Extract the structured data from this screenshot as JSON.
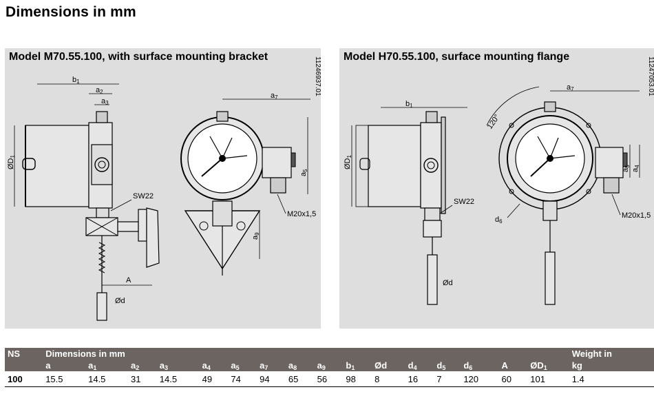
{
  "page_title": "Dimensions in mm",
  "left_panel": {
    "title": "Model M70.55.100, with surface mounting bracket",
    "drawing_number": "11246937.01",
    "labels": {
      "b": "b",
      "b_sub": "1",
      "a2": "a",
      "a2_sub": "2",
      "a3": "a",
      "a3_sub": "3",
      "a7": "a",
      "a7_sub": "7",
      "a5": "a",
      "a5_sub": "5",
      "a9": "a",
      "a9_sub": "9",
      "d1": "ØD",
      "d1_sub": "1",
      "sw": "SW22",
      "thread": "M20x1,5",
      "A": "A",
      "d": "Ød"
    }
  },
  "right_panel": {
    "title": "Model H70.55.100, surface mounting flange",
    "drawing_number": "11247053.01",
    "labels": {
      "b": "b",
      "b_sub": "1",
      "a7": "a",
      "a7_sub": "7",
      "a4": "a",
      "a4_sub": "4",
      "a5": "a",
      "a5_sub": "5",
      "d1": "ØD",
      "d1_sub": "1",
      "d6": "d",
      "d6_sub": "6",
      "angle": "120°",
      "sw": "SW22",
      "thread": "M20x1,5",
      "d": "Ød"
    }
  },
  "table": {
    "header_ns": "NS",
    "header_group": "Dimensions in mm",
    "header_weight_1": "Weight in",
    "header_weight_2": "kg",
    "columns": [
      {
        "base": "a",
        "sub": ""
      },
      {
        "base": "a",
        "sub": "1"
      },
      {
        "base": "a",
        "sub": "2"
      },
      {
        "base": "a",
        "sub": "3"
      },
      {
        "base": "a",
        "sub": "4"
      },
      {
        "base": "a",
        "sub": "5"
      },
      {
        "base": "a",
        "sub": "7"
      },
      {
        "base": "a",
        "sub": "8"
      },
      {
        "base": "a",
        "sub": "9"
      },
      {
        "base": "b",
        "sub": "1"
      },
      {
        "base": "Ød",
        "sub": ""
      },
      {
        "base": "d",
        "sub": "4"
      },
      {
        "base": "d",
        "sub": "5"
      },
      {
        "base": "d",
        "sub": "6"
      },
      {
        "base": "A",
        "sub": ""
      },
      {
        "base": "ØD",
        "sub": "1"
      }
    ],
    "row": {
      "ns": "100",
      "values": [
        "15.5",
        "14.5",
        "31",
        "14.5",
        "49",
        "74",
        "94",
        "65",
        "56",
        "98",
        "8",
        "16",
        "7",
        "120",
        "60",
        "101"
      ],
      "weight": "1.4"
    }
  }
}
